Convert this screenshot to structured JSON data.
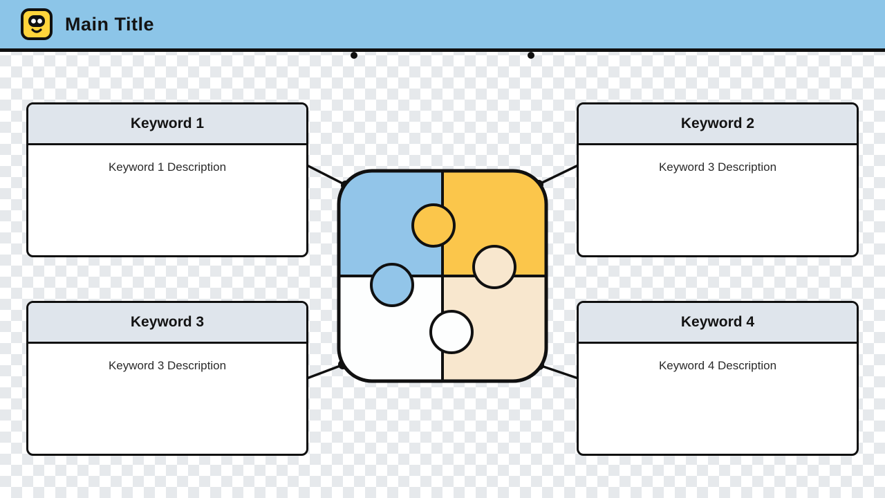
{
  "header": {
    "title": "Main Title",
    "logo_icon": "mascot-face-icon",
    "background_color": "#8CC5E8",
    "logo_color": "#FFD43B"
  },
  "boxes": [
    {
      "title": "Keyword 1",
      "description": "Keyword 1 Description"
    },
    {
      "title": "Keyword 2",
      "description": "Keyword 3 Description"
    },
    {
      "title": "Keyword 3",
      "description": "Keyword 3 Description"
    },
    {
      "title": "Keyword 4",
      "description": "Keyword 4 Description"
    }
  ],
  "puzzle": {
    "colors": {
      "top_left": "#92C5E9",
      "top_right": "#FBC64B",
      "bottom_left": "#FDFEFE",
      "bottom_right": "#F8E7CE"
    },
    "outline_color": "#101010"
  },
  "style": {
    "card_header_background": "#DFE5EC",
    "border_color": "#101010",
    "checker_color": "#E6E9EC"
  }
}
